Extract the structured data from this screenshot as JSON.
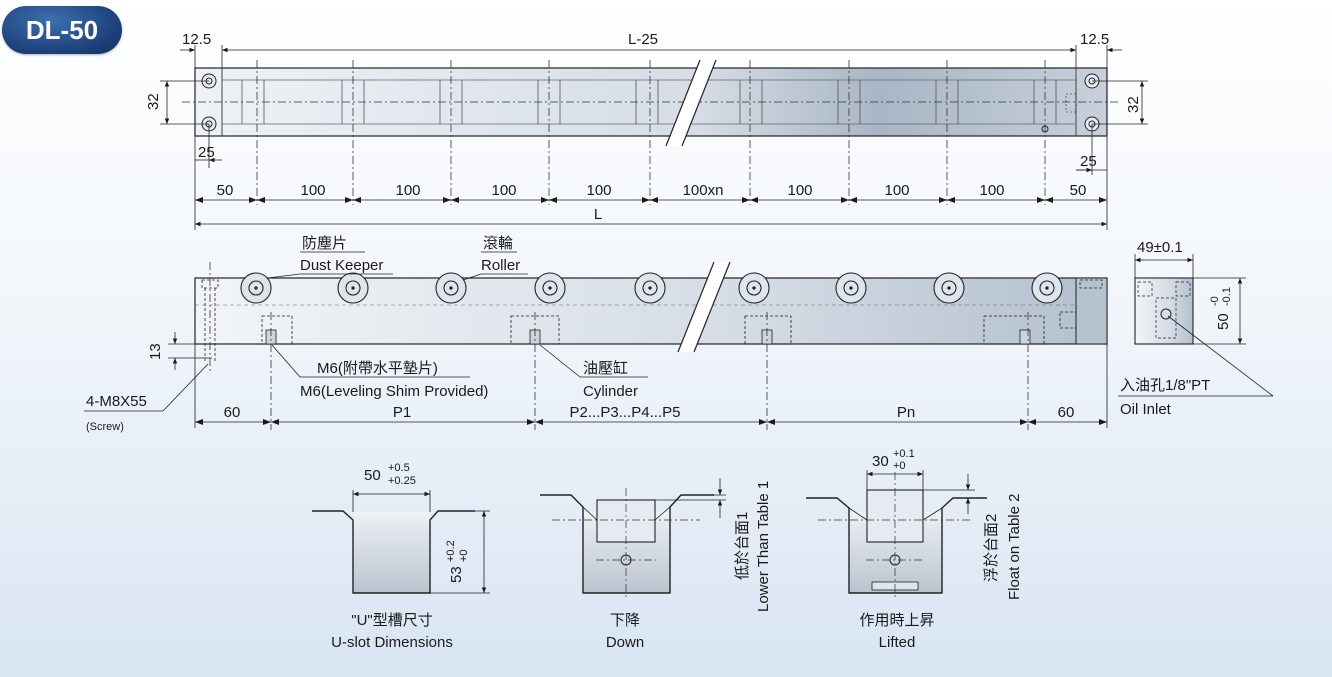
{
  "model_badge": "DL-50",
  "top_view": {
    "dim_left_offset": "12.5",
    "dim_right_offset": "12.5",
    "dim_overall_span": "L-25",
    "dim_height_left": "32",
    "dim_height_right": "32",
    "dim_hole_left": "25",
    "dim_hole_right": "25",
    "pitch_labels": [
      "50",
      "100",
      "100",
      "100",
      "100",
      "100xn",
      "100",
      "100",
      "100",
      "50"
    ],
    "dim_total": "L"
  },
  "side_view": {
    "dust_keeper_zh": "防塵片",
    "dust_keeper_en": "Dust Keeper",
    "roller_zh": "滾輪",
    "roller_en": "Roller",
    "m6_zh": "M6(附帶水平墊片)",
    "m6_en": "M6(Leveling Shim Provided)",
    "cylinder_zh": "油壓缸",
    "cylinder_en": "Cylinder",
    "screw_label": "4-M8X55",
    "screw_sub": "(Screw)",
    "dim_13": "13",
    "bottom_dims": [
      "60",
      "P1",
      "P2...P3...P4...P5",
      "Pn",
      "60"
    ]
  },
  "end_view": {
    "width_dim": "49±0.1",
    "height_dim": "50",
    "height_tol_upper": "-0",
    "height_tol_lower": "-0.1",
    "oil_inlet_zh": "入油孔1/8\"PT",
    "oil_inlet_en": "Oil Inlet"
  },
  "u_slot": {
    "width_dim": "50",
    "width_tol_upper": "+0.5",
    "width_tol_lower": "+0.25",
    "depth_dim": "53",
    "depth_tol_upper": "+0.2",
    "depth_tol_lower": "+0",
    "caption_zh": "\"U\"型槽尺寸",
    "caption_en": "U-slot Dimensions"
  },
  "down_state": {
    "caption_zh": "下降",
    "caption_en": "Down",
    "note_zh": "低於台面1",
    "note_en": "Lower Than Table 1"
  },
  "lifted_state": {
    "width_dim": "30",
    "width_tol_upper": "+0.1",
    "width_tol_lower": "+0",
    "caption_zh": "作用時上昇",
    "caption_en": "Lifted",
    "note_zh": "浮於台面2",
    "note_en": "Float on Table 2"
  }
}
